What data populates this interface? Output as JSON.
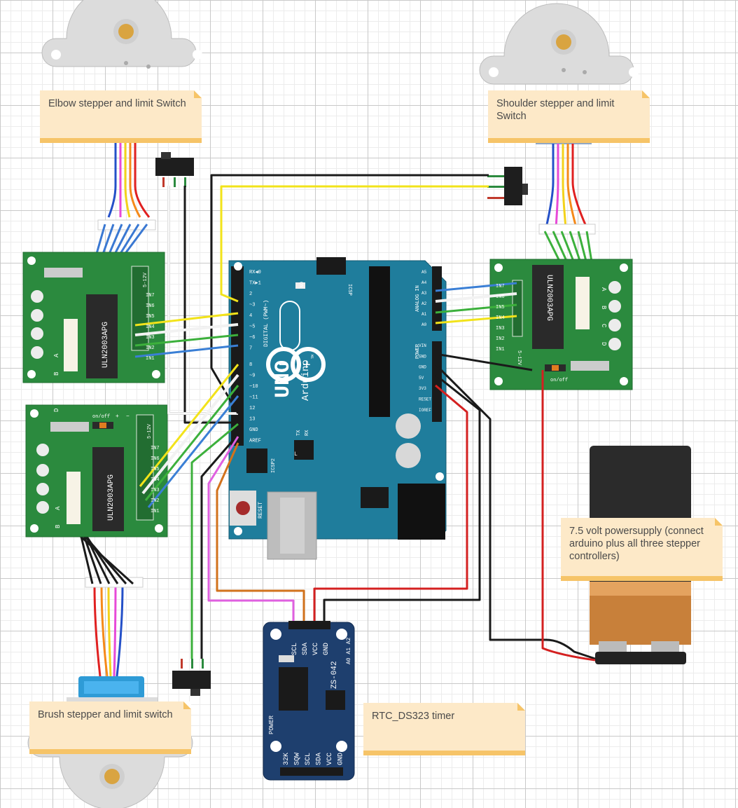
{
  "notes": {
    "elbow": "Elbow stepper and limit Switch",
    "shoulder": "Shoulder stepper and limit Switch",
    "brush": "Brush stepper and limit switch",
    "power": "7.5 volt powersupply (connect arduino plus all three stepper controllers)",
    "rtc": "RTC_DS323 timer"
  },
  "arduino": {
    "brand": "UNO",
    "maker": "Arduino",
    "tm": "TM",
    "on_label": "ON",
    "icsp": "ICSP",
    "icsp2": "ICSP2",
    "reset": "RESET",
    "l_led": "L",
    "tx": "TX",
    "rx": "RX",
    "digital": "DIGITAL (PWM~)",
    "analog_in": "ANALOG IN",
    "power": "POWER",
    "digital_pins": [
      "RX◀0",
      "TX▶1",
      "2",
      "~3",
      "4",
      "~5",
      "~6",
      "7",
      "8",
      "~9",
      "~10",
      "~11",
      "12",
      "13",
      "GND",
      "AREF"
    ],
    "analog_pins": [
      "A5",
      "A4",
      "A3",
      "A2",
      "A1",
      "A0"
    ],
    "power_pins": [
      "VIN",
      "GND",
      "GND",
      "5V",
      "3V3",
      "RESET",
      "IOREF"
    ]
  },
  "driver": {
    "chip": "ULN2003APG",
    "inputs": [
      "IN7",
      "IN6",
      "IN5",
      "IN4",
      "IN3",
      "IN2",
      "IN1"
    ],
    "leds": [
      "A",
      "B",
      "C",
      "D"
    ],
    "voltage": "5-12V",
    "onoff": "on/off",
    "minus": "−",
    "plus": "+"
  },
  "rtc": {
    "top_pins": [
      "SCL",
      "SDA",
      "VCC",
      "GND"
    ],
    "bottom_pins": [
      "32K",
      "SQW",
      "SCL",
      "SDA",
      "VCC",
      "GND"
    ],
    "model": "ZS-042",
    "addr": "A0 A1 A2",
    "power": "POWER"
  },
  "colors": {
    "board_green": "#2b8a3e",
    "arduino_teal": "#1f7d9c",
    "rtc_blue": "#1e3f6e",
    "wire_yellow": "#f2e31a",
    "wire_green": "#3cb03c",
    "wire_blue": "#3a7fd5",
    "wire_red": "#d42020",
    "wire_pink": "#e060e0",
    "wire_orange": "#d2721c",
    "wire_black": "#1a1a1a",
    "wire_white": "#f2f2f2"
  }
}
